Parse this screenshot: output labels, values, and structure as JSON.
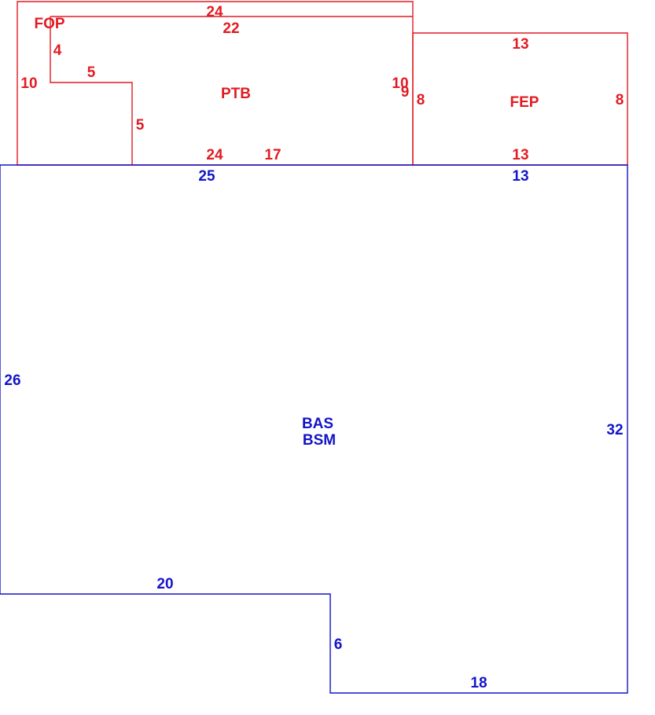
{
  "colors": {
    "upper_outline": "#e11b22",
    "main_outline": "#1414c8",
    "background": "#ffffff"
  },
  "areas": {
    "fop": "FOP",
    "ptb": "PTB",
    "fep": "FEP",
    "bas": "BAS",
    "bsm": "BSM"
  },
  "dimensions": {
    "fop_ptb_top_outer": "24",
    "ptb_top_inner": "22",
    "fop_side": "4",
    "fop_left": "10",
    "fop_step": "5",
    "ptb_step_side": "5",
    "ptb_right_a": "10",
    "ptb_right_b": "9",
    "ptb_bottom_a": "24",
    "ptb_bottom_b": "17",
    "fep_top": "13",
    "fep_left": "8",
    "fep_right": "8",
    "fep_bottom": "13",
    "bas_top_left": "25",
    "bas_top_right": "13",
    "bas_left": "26",
    "bas_right": "32",
    "bas_bottom_left": "20",
    "bas_notch": "6",
    "bas_bottom_right": "18"
  }
}
